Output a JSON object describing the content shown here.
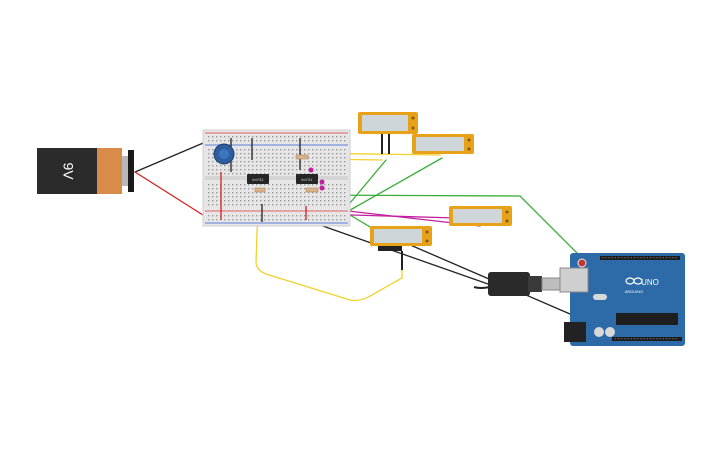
{
  "battery": {
    "label": "9V",
    "body_color": "#2b2b2b",
    "cap_color": "#d98b4a"
  },
  "breadboard": {
    "body_color": "#e6e6e6",
    "rail_red": "#d33",
    "rail_blue": "#2a5bd7"
  },
  "opamps": [
    {
      "label": "lm741"
    },
    {
      "label": "lm741"
    }
  ],
  "arduino": {
    "logo": "UNO",
    "brand": "ARDUINO",
    "body_color": "#2c6aa8"
  },
  "sensors": {
    "count": 4,
    "frame_color": "#e8a21a",
    "window_color": "#cfd6da"
  },
  "wire_colors": {
    "black": "#222222",
    "red": "#d42020",
    "yellow": "#f2d12a",
    "green": "#3aad3a",
    "magenta": "#c21fa0"
  }
}
